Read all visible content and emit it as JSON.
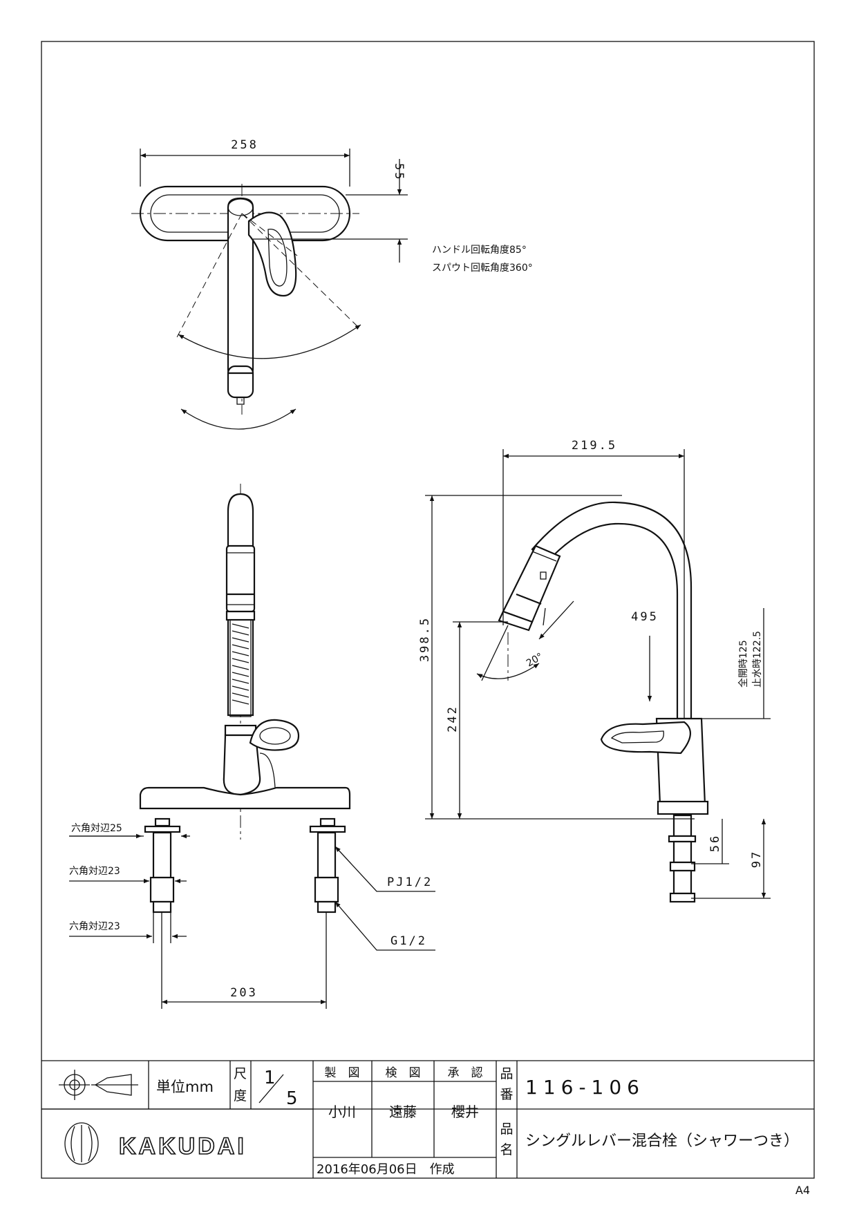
{
  "dimensions": {
    "width_258": "258",
    "offset_55": "55",
    "depth_219_5": "219.5",
    "height_398_5": "398.5",
    "height_242": "242",
    "hose_495": "495",
    "angle_20": "20°",
    "hex_25": "六角対辺25",
    "hex_23_a": "六角対辺23",
    "hex_23_b": "六角対辺23",
    "thread_pj": "PJ1/2",
    "thread_g": "G1/2",
    "pitch_203": "203",
    "shank_56": "56",
    "shank_97": "97",
    "open_125": "全開時125",
    "closed_122_5": "止水時122.5"
  },
  "notes": {
    "handle_rotation": "ハンドル回転角度85°",
    "spout_rotation": "スパウト回転角度360°"
  },
  "title_block": {
    "unit": "単位mm",
    "scale_label_1": "尺",
    "scale_label_2": "度",
    "scale_num": "1",
    "scale_den": "5",
    "drawn_label": "製　図",
    "checked_label": "検　図",
    "approved_label": "承　認",
    "drawn_name": "小川",
    "checked_name": "遠藤",
    "approved_name": "櫻井",
    "part_no_label_1": "品",
    "part_no_label_2": "番",
    "part_no": "116-106",
    "part_name_label_1": "品",
    "part_name_label_2": "名",
    "part_name": "シングルレバー混合栓（シャワーつき）",
    "company": "KAKUDAI",
    "date": "2016年06月06日　作成"
  },
  "sheet_size": "A4"
}
